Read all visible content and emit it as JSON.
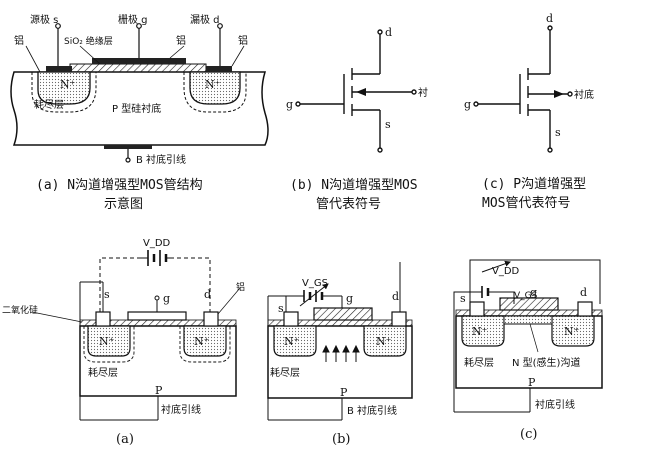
{
  "top_structure": {
    "labels": {
      "source": "源极 s",
      "gate": "栅极 g",
      "drain": "漏极 d",
      "aluminum_left": "铝",
      "sio2": "SiO₂ 绝缘层",
      "aluminum_mid": "铝",
      "aluminum_right": "铝",
      "n_plus": "N⁺",
      "depletion": "耗尽层",
      "substrate": "P 型硅衬底",
      "substrate_lead": "B 衬底引线"
    },
    "caption_line1": "(a) N沟道增强型MOS管结构",
    "caption_line2": "示意图"
  },
  "n_symbol": {
    "d": "d",
    "g": "g",
    "s": "s",
    "sub": "衬",
    "caption_line1": "(b) N沟道增强型MOS",
    "caption_line2": "管代表符号"
  },
  "p_symbol": {
    "d": "d",
    "g": "g",
    "s": "s",
    "sub": "衬底",
    "caption_line1": "(c) P沟道增强型",
    "caption_line2": "MOS管代表符号"
  },
  "bottom_a": {
    "vdd": "V_DD",
    "s": "s",
    "g": "g",
    "d": "d",
    "oxide": "二氧化硅",
    "aluminum": "铝",
    "n_plus": "N⁺",
    "depletion": "耗尽层",
    "p": "P",
    "substrate_lead": "衬底引线",
    "caption": "(a)"
  },
  "bottom_b": {
    "vgs": "V_GS",
    "s": "s",
    "g": "g",
    "d": "d",
    "n_plus": "N⁺",
    "depletion": "耗尽层",
    "p": "P",
    "substrate_lead": "B 衬底引线",
    "caption": "(b)"
  },
  "bottom_c": {
    "vdd": "V_DD",
    "vgs": "V_GS",
    "s": "s",
    "g": "g",
    "d": "d",
    "n_plus": "N⁺",
    "depletion": "耗尽层",
    "channel": "N 型(感生)沟道",
    "p": "P",
    "substrate_lead": "衬底引线",
    "caption": "(c)"
  }
}
